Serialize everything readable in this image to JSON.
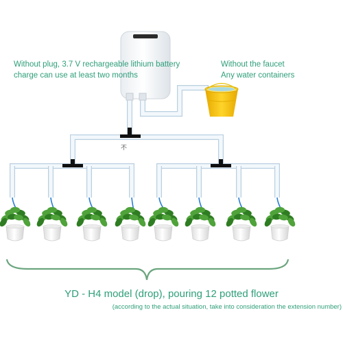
{
  "battery_note": {
    "line1": "Without plug, 3.7 V rechargeable lithium battery",
    "line2": "charge can use at least two months"
  },
  "faucet_note": {
    "line1": "Without the faucet",
    "line2": "Any water containers"
  },
  "tee_mark": "不",
  "caption": {
    "title": "YD - H4 model (drop), pouring 12 potted flower",
    "subtitle": "(according to the actual situation, take into consideration the extension number)"
  },
  "colors": {
    "text": "#2e9e7a",
    "tube": "#eef5fa",
    "tube_outline": "#b9cfe0",
    "drip_line": "#2a7fd4",
    "connector": "#111111",
    "bucket": "#f5c400",
    "brace": "#6aa57e",
    "leaf": "#3e8f2e",
    "pot": "#f4f4f4"
  },
  "icons": [
    "water-pump-device",
    "bucket-icon",
    "potted-plant-icon"
  ]
}
